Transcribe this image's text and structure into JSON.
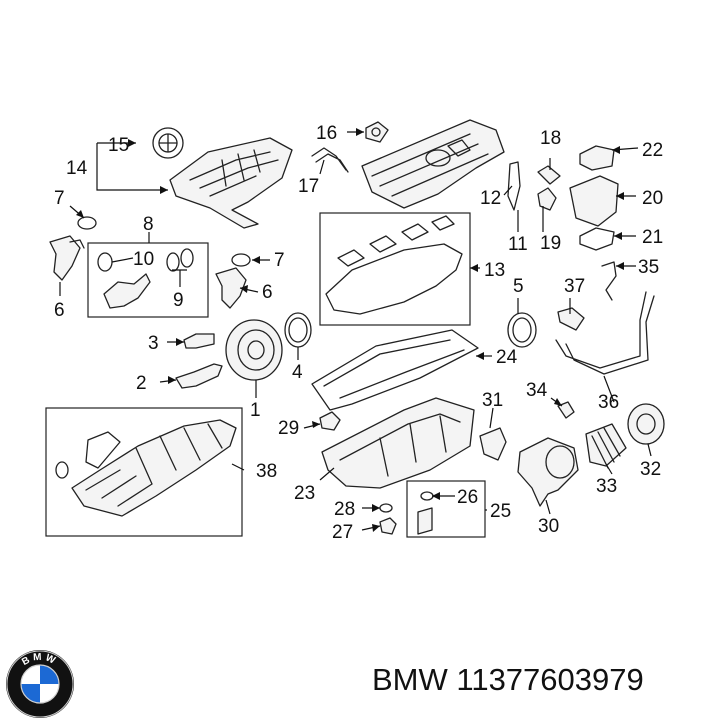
{
  "caption": {
    "brand": "BMW",
    "part_number": "11377603979"
  },
  "logo": {
    "icon": "bmw-roundel-icon",
    "letters": "BMW",
    "colors": {
      "blue": "#1c69d4",
      "black": "#111111"
    }
  },
  "callouts": {
    "c1": "1",
    "c2": "2",
    "c3": "3",
    "c4": "4",
    "c5": "5",
    "c6a": "6",
    "c6b": "6",
    "c7a": "7",
    "c7b": "7",
    "c8": "8",
    "c9": "9",
    "c10": "10",
    "c11": "11",
    "c12": "12",
    "c13": "13",
    "c14": "14",
    "c15": "15",
    "c16": "16",
    "c17": "17",
    "c18": "18",
    "c19": "19",
    "c20": "20",
    "c21": "21",
    "c22": "22",
    "c23": "23",
    "c24": "24",
    "c25": "25",
    "c26": "26",
    "c27": "27",
    "c28": "28",
    "c29": "29",
    "c30": "30",
    "c31": "31",
    "c32": "32",
    "c33": "33",
    "c34": "34",
    "c35": "35",
    "c36": "36",
    "c37": "37",
    "c38": "38"
  }
}
